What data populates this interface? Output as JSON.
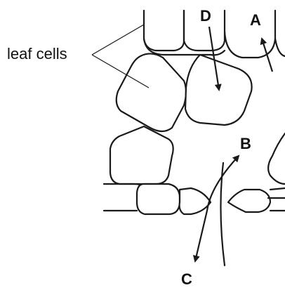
{
  "labels": {
    "leaf_cells": "leaf cells",
    "a": "A",
    "b": "B",
    "c": "C",
    "d": "D"
  }
}
